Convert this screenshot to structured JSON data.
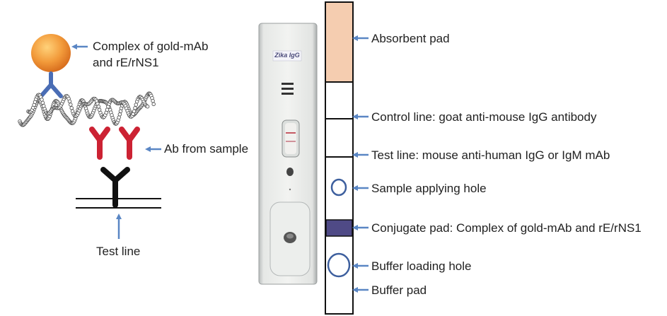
{
  "labels": {
    "complex_line1": "Complex of gold-mAb",
    "complex_line2": "and rE/rNS1",
    "ab_from_sample": "Ab from sample",
    "test_line_left": "Test line",
    "absorbent_pad": "Absorbent pad",
    "control_line": "Control line: goat anti-mouse IgG antibody",
    "test_line_right": "Test line: mouse anti-human IgG or IgM mAb",
    "sample_hole": "Sample applying hole",
    "conjugate_pad": "Conjugate pad: Complex of gold-mAb and rE/rNS1",
    "buffer_hole": "Buffer loading hole",
    "buffer_pad": "Buffer pad"
  },
  "cassette": {
    "brand": "Zika IgG"
  },
  "colors": {
    "arrow": "#5a86c4",
    "gold": "#f29a3a",
    "detection_mab": "#4a6db5",
    "sample_ab": "#cc2233",
    "capture_mab": "#111111",
    "absorbent_pad": "#f5cdb0",
    "conjugate_pad": "#4f4a86",
    "hole_outline": "#3d5f9e"
  }
}
